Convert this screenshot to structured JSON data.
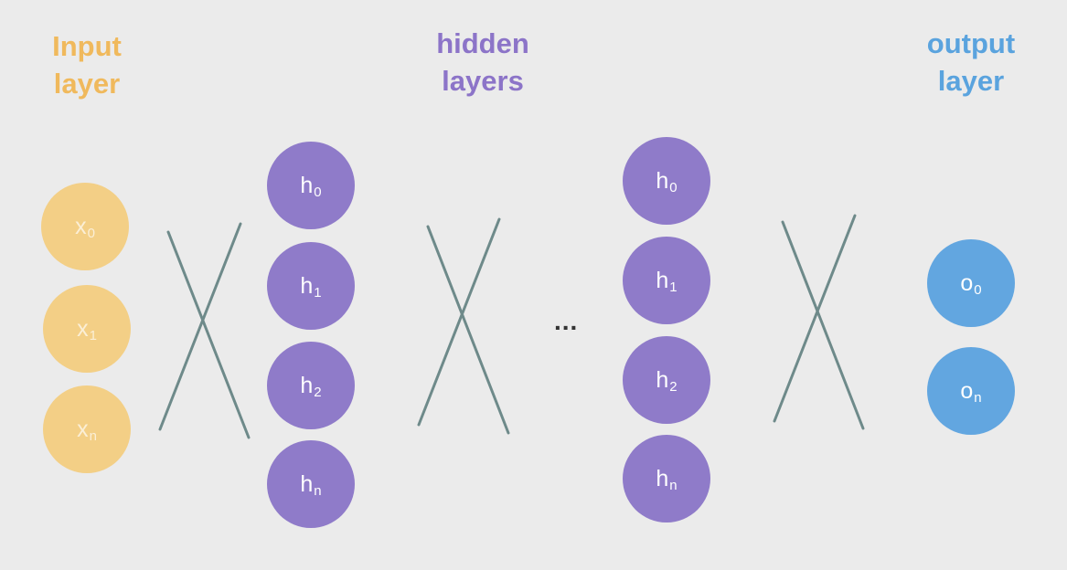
{
  "colors": {
    "input": "#f3cf86",
    "hidden": "#8f7bc9",
    "output": "#62a6e0",
    "input_title": "#f0b95c",
    "hidden_title": "#8c74c8",
    "output_title": "#5aa3de",
    "connection": "#6e8a8a",
    "background": "#ebebeb"
  },
  "titles": {
    "input": [
      "Input",
      "layer"
    ],
    "hidden": [
      "hidden",
      "layers"
    ],
    "output": [
      "output",
      "layer"
    ]
  },
  "input_layer": {
    "nodes": [
      {
        "var": "x",
        "sub": "0"
      },
      {
        "var": "x",
        "sub": "1"
      },
      {
        "var": "x",
        "sub": "n"
      }
    ]
  },
  "hidden_layer_1": {
    "nodes": [
      {
        "var": "h",
        "sub": "0"
      },
      {
        "var": "h",
        "sub": "1"
      },
      {
        "var": "h",
        "sub": "2"
      },
      {
        "var": "h",
        "sub": "n"
      }
    ]
  },
  "hidden_layer_2": {
    "nodes": [
      {
        "var": "h",
        "sub": "0"
      },
      {
        "var": "h",
        "sub": "1"
      },
      {
        "var": "h",
        "sub": "2"
      },
      {
        "var": "h",
        "sub": "n"
      }
    ]
  },
  "output_layer": {
    "nodes": [
      {
        "var": "o",
        "sub": "0"
      },
      {
        "var": "o",
        "sub": "n"
      }
    ]
  },
  "ellipsis": "..."
}
